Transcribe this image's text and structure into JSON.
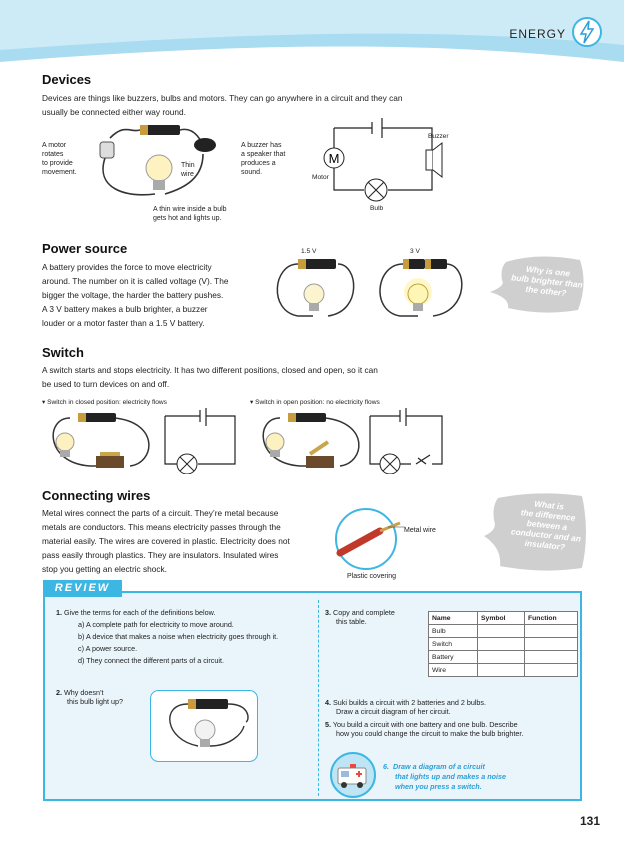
{
  "header": {
    "section": "ENERGY"
  },
  "devices": {
    "title": "Devices",
    "intro": [
      "Devices are things like buzzers, bulbs and motors. They can go anywhere in a circuit and they can",
      "usually be connected either way round."
    ],
    "motor_label": [
      "A motor",
      "rotates",
      "to provide",
      "movement."
    ],
    "thin_wire_label": [
      "Thin",
      "wire"
    ],
    "buzzer_label": [
      "A buzzer has",
      "a speaker that",
      "produces a",
      "sound."
    ],
    "bulb_caption": [
      "A thin wire inside a bulb",
      "gets hot and lights up."
    ],
    "diagram": {
      "buzzer": "Buzzer",
      "motor": "Motor",
      "bulb": "Bulb",
      "motor_symbol": "M"
    }
  },
  "power": {
    "title": "Power source",
    "text": [
      "A battery provides the force to move electricity",
      "around. The number on it is called voltage (V). The",
      "bigger the voltage, the harder the battery pushes.",
      "A 3 V battery makes a bulb brighter, a buzzer",
      "louder or a motor faster than a 1.5 V battery."
    ],
    "v1": "1.5 V",
    "v2": "3 V",
    "bubble": [
      "Why is one",
      "bulb brighter than",
      "the other?"
    ]
  },
  "switch": {
    "title": "Switch",
    "text": [
      "A switch starts and stops electricity. It has two different positions, closed and open, so it can",
      "be used to turn devices on and off."
    ],
    "closed": "▾ Switch in closed position: electricity flows",
    "open": "▾ Switch in open position: no electricity flows"
  },
  "wires": {
    "title": "Connecting wires",
    "text": [
      "Metal wires connect the parts of a circuit. They’re metal because",
      "metals are conductors. This means electricity passes through the",
      "material easily. The wires are covered in plastic. Electricity does not",
      "pass easily through plastics. They are insulators. Insulated wires",
      "stop you getting an electric shock."
    ],
    "metal": "Metal wire",
    "plastic": "Plastic covering",
    "bubble": [
      "What is",
      "the difference",
      "between a",
      "conductor and an",
      "insulator?"
    ]
  },
  "review": {
    "tab": "REVIEW",
    "q1": "1.",
    "q1_text": "Give the terms for each of the definitions below.",
    "q1_items": [
      "a)  A complete path for electricity to move around.",
      "b)  A device that makes a noise when electricity goes through it.",
      "c)  A power source.",
      "d)  They connect the different parts of a circuit."
    ],
    "q2": "2.",
    "q2_text": [
      "Why doesn’t",
      "this bulb light up?"
    ],
    "q3": "3.",
    "q3_text": [
      "Copy and complete",
      "this table."
    ],
    "table_head": [
      "Name",
      "Symbol",
      "Function"
    ],
    "table_rows": [
      "Bulb",
      "Switch",
      "Battery",
      "Wire"
    ],
    "q4": "4.",
    "q4_text": [
      "Suki builds a circuit with 2 batteries and 2 bulbs.",
      "Draw a circuit diagram of her circuit."
    ],
    "q5": "5.",
    "q5_text": [
      "You build a circuit with one battery and one bulb. Describe",
      "how you could change the circuit to make the bulb brighter."
    ],
    "q6": "6.",
    "q6_text": [
      "Draw a diagram of a circuit",
      "that lights up and makes a noise",
      "when you press a switch."
    ]
  },
  "page_number": "131",
  "colors": {
    "accent": "#3cb6e3",
    "band": "#bfe4f4",
    "bubble": "#cfcfcf"
  }
}
